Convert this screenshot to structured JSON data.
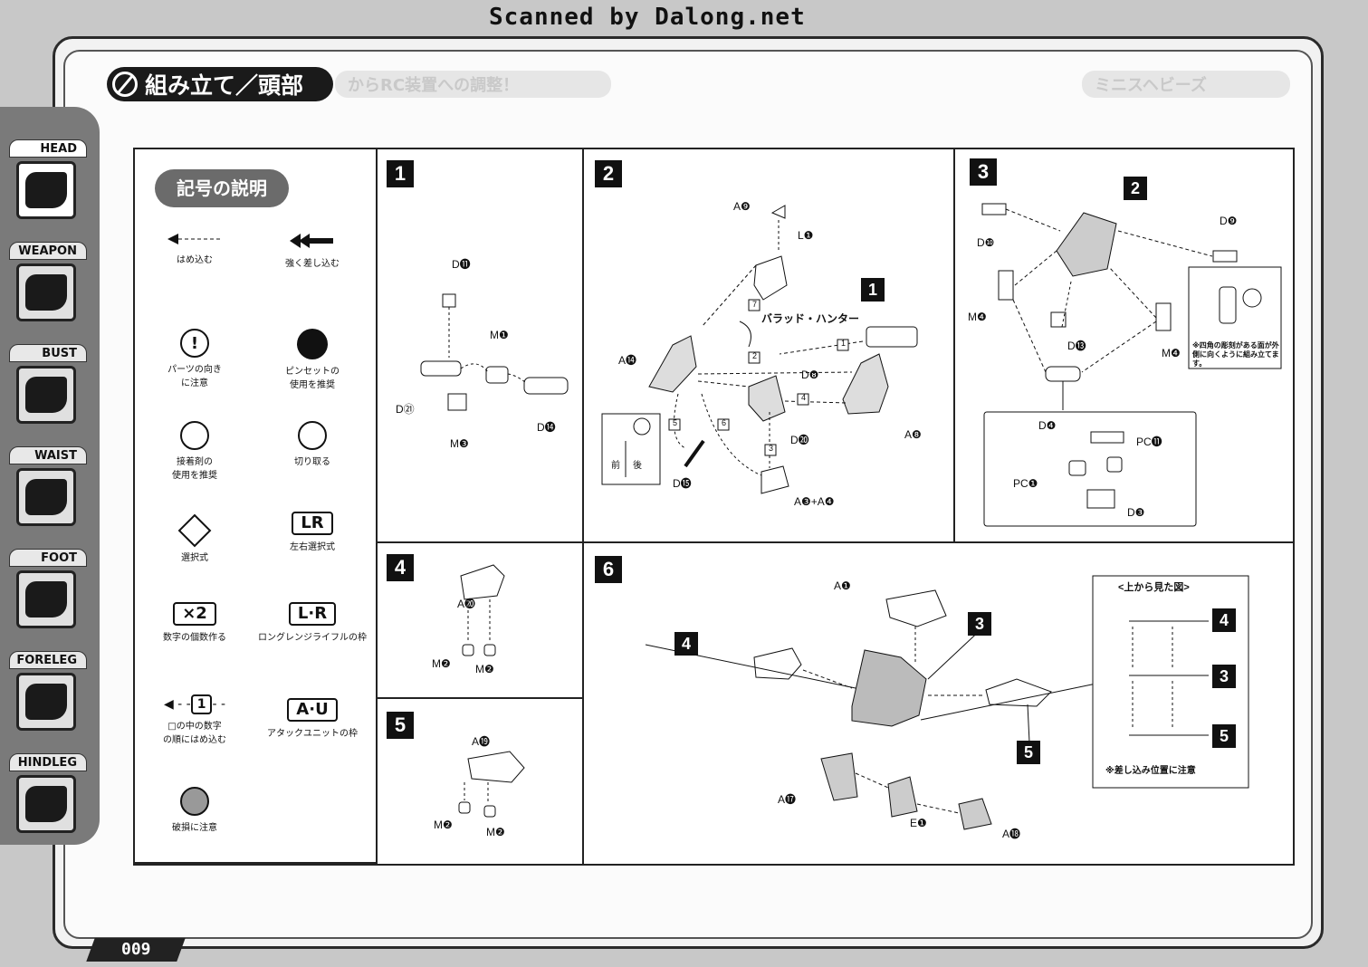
{
  "watermark": "Scanned by Dalong.net",
  "title": "組み立て／頭部",
  "page_number": "009",
  "side_tabs": [
    {
      "label": "HEAD",
      "active": true
    },
    {
      "label": "WEAPON"
    },
    {
      "label": "BUST"
    },
    {
      "label": "WAIST"
    },
    {
      "label": "FOOT"
    },
    {
      "label": "FORELEG"
    },
    {
      "label": "HINDLEG"
    }
  ],
  "legend": {
    "title": "記号の説明",
    "items": [
      {
        "icon": "arrow-dashed-icon",
        "text": "はめ込む"
      },
      {
        "icon": "double-arrow-icon",
        "text": "強く差し込む"
      },
      {
        "icon": "caution-icon",
        "text": "パーツの向き\nに注意"
      },
      {
        "icon": "tweezers-icon",
        "text": "ピンセットの\n使用を推奨"
      },
      {
        "icon": "glue-icon",
        "text": "接着剤の\n使用を推奨"
      },
      {
        "icon": "cut-icon",
        "text": "切り取る"
      },
      {
        "icon": "select-icon",
        "text": "選択式"
      },
      {
        "icon": "lr-select-icon",
        "text": "左右選択式",
        "glyph": "LR"
      },
      {
        "icon": "count-icon",
        "text": "数字の個数作る",
        "glyph": "×2"
      },
      {
        "icon": "lr-frame-icon",
        "text": "ロングレンジライフルの枠",
        "glyph": "L·R"
      },
      {
        "icon": "order-icon",
        "text": "□の中の数字\nの順にはめ込む",
        "glyph": "1"
      },
      {
        "icon": "au-frame-icon",
        "text": "アタックユニットの枠",
        "glyph": "A·U"
      },
      {
        "icon": "breakage-icon",
        "text": "破損に注意"
      }
    ]
  },
  "steps": {
    "s1": {
      "num": "1",
      "labels": [
        "D⓫",
        "M❶",
        "D㉑",
        "D⓮",
        "M❸"
      ]
    },
    "s2": {
      "num": "2",
      "badge": "1",
      "pilot": "バラッド・ハンター",
      "orient": [
        "前",
        "後"
      ],
      "labels": [
        "A❾",
        "L❶",
        "A⓮",
        "D❽",
        "A❽",
        "D⓴",
        "D⓯",
        "A❸+A❹"
      ],
      "order": [
        "7",
        "1",
        "2",
        "4",
        "3",
        "5",
        "6"
      ]
    },
    "s3": {
      "num": "3",
      "badge": "2",
      "note": "※四角の彫刻がある面が外側に向くように組み立てます。",
      "labels": [
        "D❾",
        "D❿",
        "M❹",
        "D⓭",
        "M❹",
        "D❹",
        "PC⓫",
        "PC❶",
        "D❸"
      ]
    },
    "s4": {
      "num": "4",
      "labels": [
        "A⓴",
        "M❷",
        "M❷"
      ]
    },
    "s5": {
      "num": "5",
      "labels": [
        "A⓳",
        "M❷",
        "M❷"
      ]
    },
    "s6": {
      "num": "6",
      "labels": [
        "A❶",
        "A⓱",
        "E❶",
        "A⓲"
      ],
      "badges": [
        "3",
        "4",
        "5"
      ],
      "topview": {
        "title": "<上から見た図>",
        "note": "※差し込み位置に注意",
        "badges": [
          "4",
          "3",
          "5"
        ]
      }
    }
  },
  "ghost_bars": [
    "からRC装置への調整！",
    "ミニスヘビーズ"
  ]
}
